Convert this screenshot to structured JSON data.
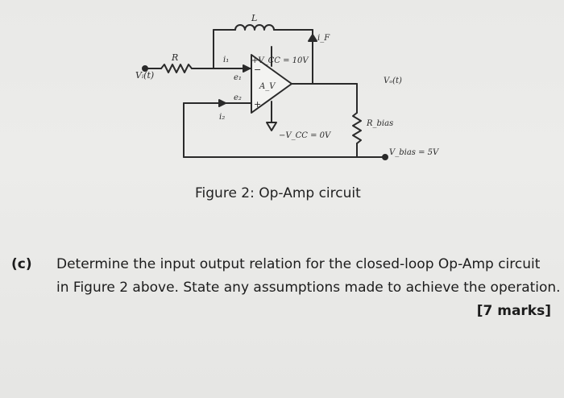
{
  "figure": {
    "caption": "Figure 2: Op-Amp circuit",
    "labels": {
      "vin": "Vᵢ(t)",
      "r": "R",
      "l": "L",
      "i1": "i₁",
      "e1": "e₁",
      "e2": "e₂",
      "i2": "i₂",
      "iF": "i_F",
      "vcc_pos": "+V_CC = 10V",
      "vcc_neg": "−V_CC = 0V",
      "av": "A_V",
      "vout": "Vₒ(t)",
      "rbias": "R_bias",
      "vbias": "V_bias = 5V"
    }
  },
  "question": {
    "label": "(c)",
    "line1": "Determine the input output relation for the closed-loop Op-Amp circuit",
    "line2": "in Figure 2 above. State any assumptions made to achieve the operation.",
    "marks": "[7 marks]"
  }
}
